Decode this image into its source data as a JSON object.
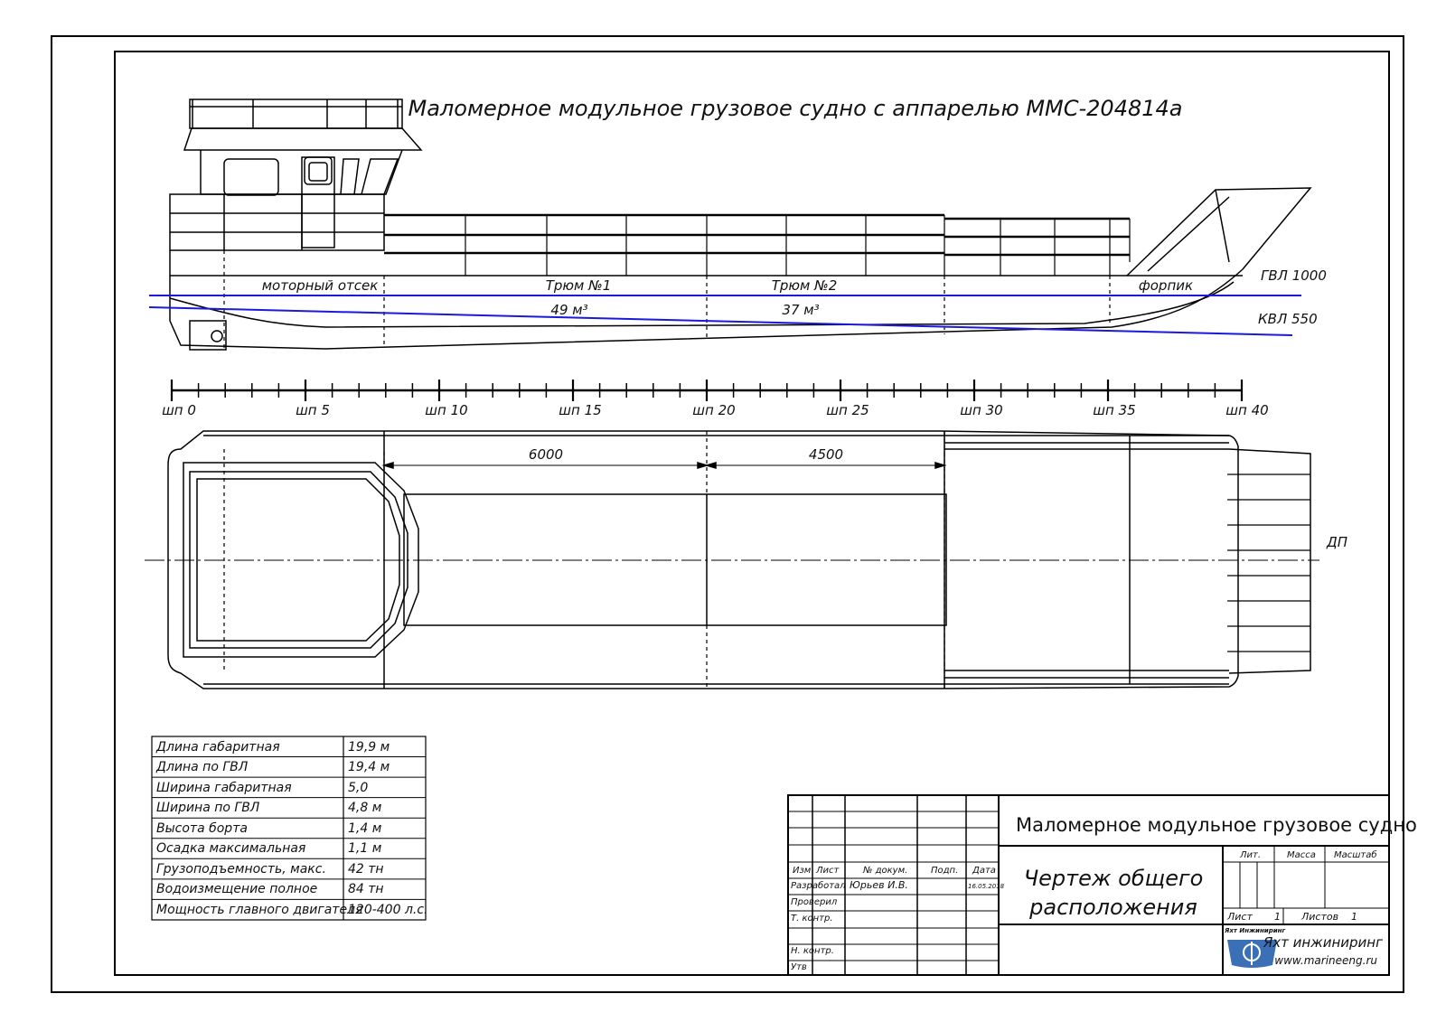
{
  "drawing": {
    "title": "Маломерное модульное грузовое судно с аппарелью ММС-204814а",
    "profile": {
      "compartments": [
        "моторный отсек",
        "Трюм №1",
        "Трюм №2",
        "форпик"
      ],
      "volumes": [
        "49 м³",
        "37 м³"
      ],
      "waterlines": [
        "ГВЛ 1000",
        "КВЛ 550"
      ],
      "waterline_color": "#1a1adc"
    },
    "frame_labels": [
      "шп 0",
      "шп 5",
      "шп 10",
      "шп 15",
      "шп 20",
      "шп 25",
      "шп 30",
      "шп 35",
      "шп 40"
    ],
    "plan": {
      "dims": [
        "6000",
        "4500"
      ],
      "centerline": "ДП"
    }
  },
  "specs": [
    {
      "label": "Длина габаритная",
      "value": "19,9 м"
    },
    {
      "label": "Длина по ГВЛ",
      "value": "19,4 м"
    },
    {
      "label": "Ширина габаритная",
      "value": "5,0"
    },
    {
      "label": "Ширина по ГВЛ",
      "value": "4,8 м"
    },
    {
      "label": "Высота борта",
      "value": "1,4 м"
    },
    {
      "label": "Осадка максимальная",
      "value": "1,1 м"
    },
    {
      "label": "Грузоподъемность, макс.",
      "value": "42 тн"
    },
    {
      "label": "Водоизмещение полное",
      "value": "84 тн"
    },
    {
      "label": "Мощность главного двигателя",
      "value": "120-400 л.с."
    }
  ],
  "titleblock": {
    "name": "Маломерное модульное грузовое судно",
    "doc": [
      "Чертеж общего",
      "расположения"
    ],
    "headers": [
      "Изм",
      "Лист",
      "№ докум.",
      "Подп.",
      "Дата"
    ],
    "rows": [
      "Разработал",
      "Проверил",
      "Т. контр.",
      "Н. контр.",
      "Утв"
    ],
    "developer": "Юрьев И.В.",
    "date": "16.05.2018",
    "lit": "Лит.",
    "mass": "Масса",
    "scale": "Масштаб",
    "sheet": "Лист",
    "sheet_no": "1",
    "sheets": "Листов",
    "sheets_no": "1",
    "logo_text": "Яхт Инжиниринг",
    "company": "Яхт инжиниринг",
    "website": "www.marineeng.ru"
  }
}
